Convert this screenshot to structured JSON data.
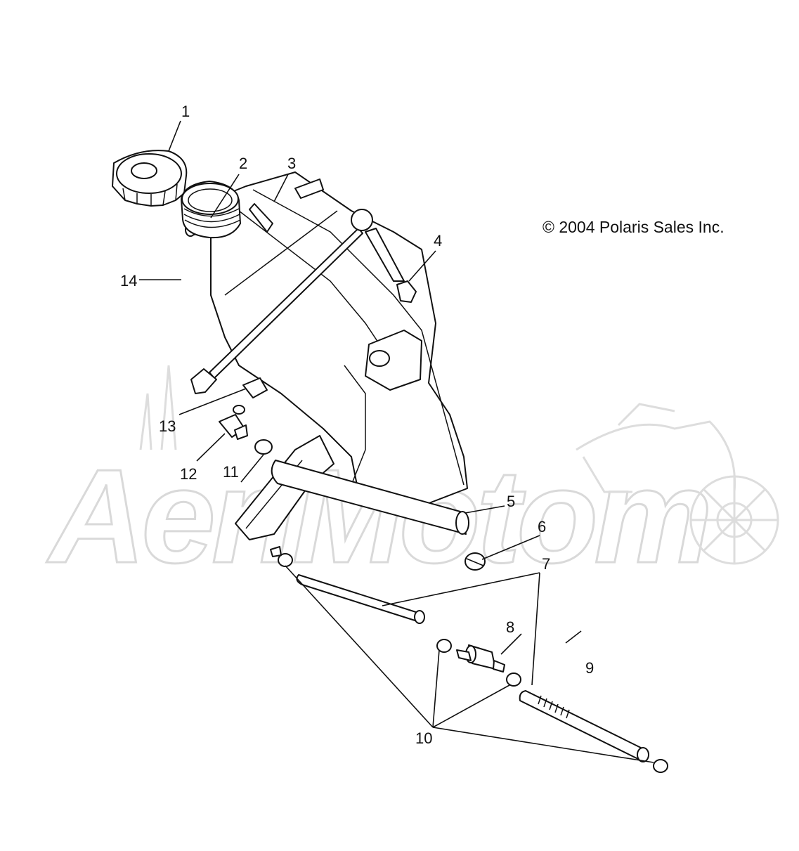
{
  "copyright": "© 2004 Polaris Sales Inc.",
  "watermark": "AeriMotom",
  "callouts": {
    "c1": "1",
    "c2": "2",
    "c3": "3",
    "c4": "4",
    "c5": "5",
    "c6": "6",
    "c7": "7",
    "c8": "8",
    "c9": "9",
    "c10": "10",
    "c11": "11",
    "c12": "12",
    "c13": "13",
    "c14": "14"
  },
  "colors": {
    "line": "#111111",
    "watermark": "#d9d9d9",
    "background": "#ffffff"
  }
}
